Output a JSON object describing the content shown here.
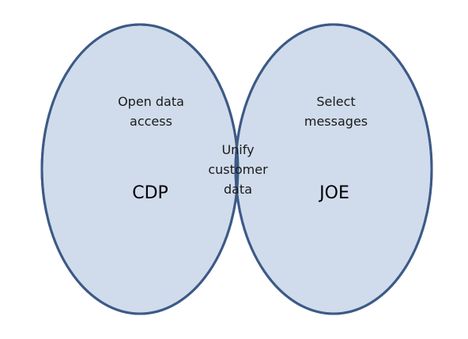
{
  "colors": {
    "circle_fill": "#d0dcec",
    "intersection_fill": "#a9bfdc",
    "outline": "#3d5a86"
  },
  "left_set": {
    "name": "CDP",
    "description_line1": "Open data",
    "description_line2": "access"
  },
  "right_set": {
    "name": "JOE",
    "description_line1": "Select",
    "description_line2": "messages"
  },
  "intersection": {
    "line1": "Unify",
    "line2": "customer",
    "line3": "data"
  }
}
